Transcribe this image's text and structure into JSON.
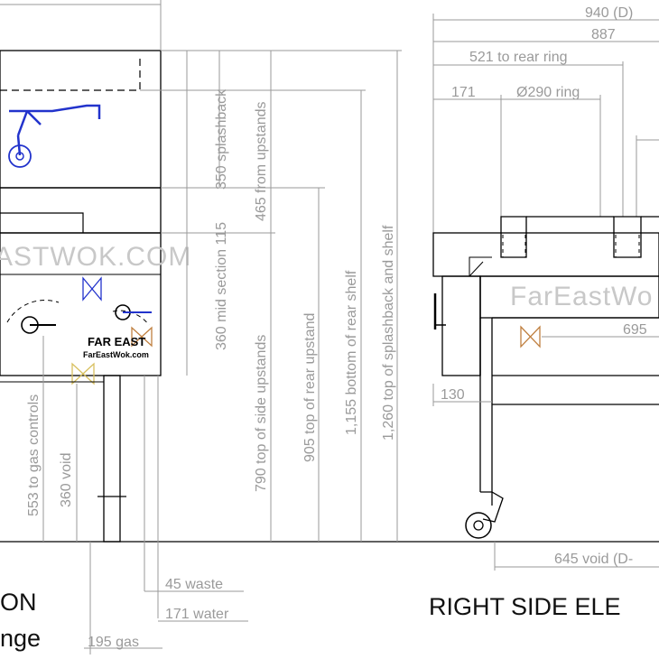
{
  "colors": {
    "outline": "#000000",
    "dimension": "#9a9a9a",
    "water": "#2233cc",
    "gas": "#c08040",
    "valve_yellow": "#d8c060"
  },
  "left_elevation": {
    "brand_watermark": "ASTWOK.COM",
    "logo_line1": "FAR EAST",
    "logo_line2": "FarEastWok.com",
    "title_line1": "ON",
    "title_line2": "nge",
    "vertical_dims": {
      "splashback": "350 splashback",
      "mid_section": "360 mid section 115",
      "from_upstands": "465 from upstands",
      "side_upstands": "790 top of side upstands",
      "rear_upstand": "905 top of rear upstand",
      "rear_shelf": "1,155 bottom of rear shelf",
      "splashback_shelf": "1,260 top of splashback and shelf",
      "gas_controls": "553 to gas controls",
      "void": "360 void"
    },
    "horizontal_dims": {
      "waste": "45 waste",
      "water": "171 water",
      "gas": "195 gas"
    }
  },
  "right_elevation": {
    "brand_watermark": "FarEastWo",
    "title": "RIGHT SIDE ELE",
    "top_dims": {
      "depth": "940 (D)",
      "d887": "887",
      "rear_ring": "521 to rear ring",
      "d171": "171",
      "ring": "Ø290 ring"
    },
    "dims": {
      "d695": "695",
      "d130": "130",
      "void": "645 void (D-"
    }
  }
}
